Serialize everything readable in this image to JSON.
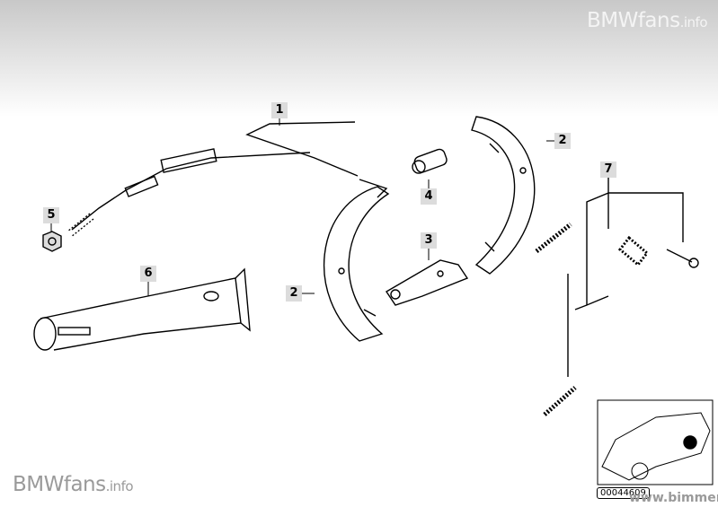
{
  "watermarks": {
    "top_brand": "BMWfans",
    "top_suffix": ".info",
    "bottom_brand": "BMWfans",
    "bottom_suffix": ".info",
    "site": "www.bimmers.no"
  },
  "diagram_number": "00044609",
  "callouts": [
    {
      "id": "cable",
      "label": "1"
    },
    {
      "id": "shoe-right",
      "label": "2"
    },
    {
      "id": "shoe-left",
      "label": "2"
    },
    {
      "id": "adjuster",
      "label": "3"
    },
    {
      "id": "expander",
      "label": "4"
    },
    {
      "id": "nut",
      "label": "5"
    },
    {
      "id": "boot",
      "label": "6"
    },
    {
      "id": "spring-kit",
      "label": "7"
    }
  ]
}
